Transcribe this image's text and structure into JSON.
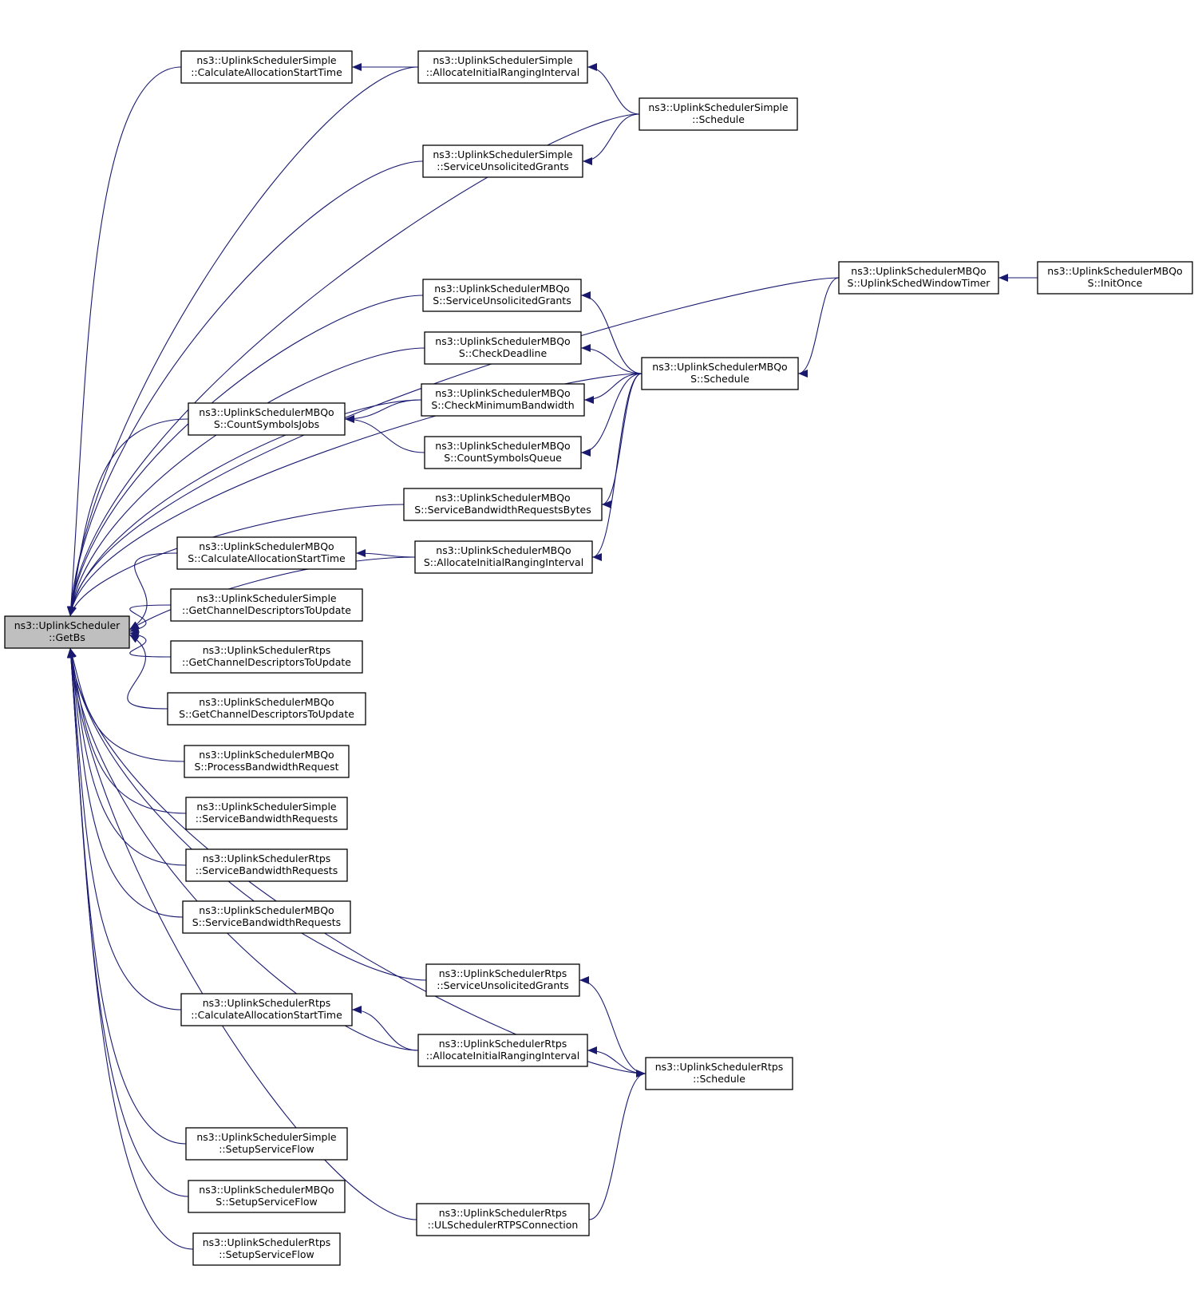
{
  "graph": {
    "edge_color": "#191970",
    "root_fill": "#bfbfbf",
    "nodes": {
      "getbs": [
        "ns3::UplinkScheduler",
        "::GetBs"
      ],
      "s_calcstart": [
        "ns3::UplinkSchedulerSimple",
        "::CalculateAllocationStartTime"
      ],
      "s_allocinit": [
        "ns3::UplinkSchedulerSimple",
        "::AllocateInitialRangingInterval"
      ],
      "s_schedule": [
        "ns3::UplinkSchedulerSimple",
        "::Schedule"
      ],
      "s_svcunsol": [
        "ns3::UplinkSchedulerSimple",
        "::ServiceUnsolicitedGrants"
      ],
      "m_winTimer": [
        "ns3::UplinkSchedulerMBQo",
        "S::UplinkSchedWindowTimer"
      ],
      "m_initOnce": [
        "ns3::UplinkSchedulerMBQo",
        "S::InitOnce"
      ],
      "m_svcunsol": [
        "ns3::UplinkSchedulerMBQo",
        "S::ServiceUnsolicitedGrants"
      ],
      "m_checkdl": [
        "ns3::UplinkSchedulerMBQo",
        "S::CheckDeadline"
      ],
      "m_schedule": [
        "ns3::UplinkSchedulerMBQo",
        "S::Schedule"
      ],
      "m_checkmin": [
        "ns3::UplinkSchedulerMBQo",
        "S::CheckMinimumBandwidth"
      ],
      "m_countjobs": [
        "ns3::UplinkSchedulerMBQo",
        "S::CountSymbolsJobs"
      ],
      "m_countqueue": [
        "ns3::UplinkSchedulerMBQo",
        "S::CountSymbolsQueue"
      ],
      "m_svcbwbytes": [
        "ns3::UplinkSchedulerMBQo",
        "S::ServiceBandwidthRequestsBytes"
      ],
      "m_calcstart": [
        "ns3::UplinkSchedulerMBQo",
        "S::CalculateAllocationStartTime"
      ],
      "m_allocinit": [
        "ns3::UplinkSchedulerMBQo",
        "S::AllocateInitialRangingInterval"
      ],
      "s_getchan": [
        "ns3::UplinkSchedulerSimple",
        "::GetChannelDescriptorsToUpdate"
      ],
      "r_getchan": [
        "ns3::UplinkSchedulerRtps",
        "::GetChannelDescriptorsToUpdate"
      ],
      "m_getchan": [
        "ns3::UplinkSchedulerMBQo",
        "S::GetChannelDescriptorsToUpdate"
      ],
      "m_procbw": [
        "ns3::UplinkSchedulerMBQo",
        "S::ProcessBandwidthRequest"
      ],
      "s_svcbw": [
        "ns3::UplinkSchedulerSimple",
        "::ServiceBandwidthRequests"
      ],
      "r_svcbw": [
        "ns3::UplinkSchedulerRtps",
        "::ServiceBandwidthRequests"
      ],
      "m_svcbw": [
        "ns3::UplinkSchedulerMBQo",
        "S::ServiceBandwidthRequests"
      ],
      "r_svcunsol": [
        "ns3::UplinkSchedulerRtps",
        "::ServiceUnsolicitedGrants"
      ],
      "r_calcstart": [
        "ns3::UplinkSchedulerRtps",
        "::CalculateAllocationStartTime"
      ],
      "r_allocinit": [
        "ns3::UplinkSchedulerRtps",
        "::AllocateInitialRangingInterval"
      ],
      "r_schedule": [
        "ns3::UplinkSchedulerRtps",
        "::Schedule"
      ],
      "s_setupsf": [
        "ns3::UplinkSchedulerSimple",
        "::SetupServiceFlow"
      ],
      "m_setupsf": [
        "ns3::UplinkSchedulerMBQo",
        "S::SetupServiceFlow"
      ],
      "r_setupsf": [
        "ns3::UplinkSchedulerRtps",
        "::SetupServiceFlow"
      ],
      "r_ulconn": [
        "ns3::UplinkSchedulerRtps",
        "::ULSchedulerRTPSConnection"
      ]
    },
    "edges": [
      [
        "s_calcstart",
        "getbs"
      ],
      [
        "s_allocinit",
        "getbs"
      ],
      [
        "s_schedule",
        "getbs"
      ],
      [
        "s_svcunsol",
        "getbs"
      ],
      [
        "m_winTimer",
        "getbs"
      ],
      [
        "m_schedule",
        "getbs"
      ],
      [
        "m_svcunsol",
        "getbs"
      ],
      [
        "m_checkdl",
        "getbs"
      ],
      [
        "m_checkmin",
        "getbs"
      ],
      [
        "m_countjobs",
        "getbs"
      ],
      [
        "m_svcbwbytes",
        "getbs"
      ],
      [
        "m_allocinit",
        "getbs"
      ],
      [
        "m_calcstart",
        "getbs"
      ],
      [
        "s_getchan",
        "getbs"
      ],
      [
        "r_getchan",
        "getbs"
      ],
      [
        "m_getchan",
        "getbs"
      ],
      [
        "m_procbw",
        "getbs"
      ],
      [
        "s_svcbw",
        "getbs"
      ],
      [
        "r_svcbw",
        "getbs"
      ],
      [
        "m_svcbw",
        "getbs"
      ],
      [
        "r_svcunsol",
        "getbs"
      ],
      [
        "r_calcstart",
        "getbs"
      ],
      [
        "r_allocinit",
        "getbs"
      ],
      [
        "r_schedule",
        "getbs"
      ],
      [
        "s_setupsf",
        "getbs"
      ],
      [
        "m_setupsf",
        "getbs"
      ],
      [
        "r_setupsf",
        "getbs"
      ],
      [
        "r_ulconn",
        "getbs"
      ],
      [
        "s_allocinit",
        "s_calcstart"
      ],
      [
        "s_schedule",
        "s_allocinit"
      ],
      [
        "s_schedule",
        "s_svcunsol"
      ],
      [
        "m_initOnce",
        "m_winTimer"
      ],
      [
        "m_winTimer",
        "m_schedule"
      ],
      [
        "m_schedule",
        "m_svcunsol"
      ],
      [
        "m_schedule",
        "m_checkdl"
      ],
      [
        "m_schedule",
        "m_checkmin"
      ],
      [
        "m_schedule",
        "m_countqueue"
      ],
      [
        "m_schedule",
        "m_svcbwbytes"
      ],
      [
        "m_schedule",
        "m_allocinit"
      ],
      [
        "m_checkmin",
        "m_countjobs"
      ],
      [
        "m_countqueue",
        "m_countjobs"
      ],
      [
        "m_allocinit",
        "m_calcstart"
      ],
      [
        "r_schedule",
        "r_svcunsol"
      ],
      [
        "r_schedule",
        "r_allocinit"
      ],
      [
        "r_allocinit",
        "r_calcstart"
      ],
      [
        "r_ulconn",
        "r_schedule"
      ]
    ]
  }
}
